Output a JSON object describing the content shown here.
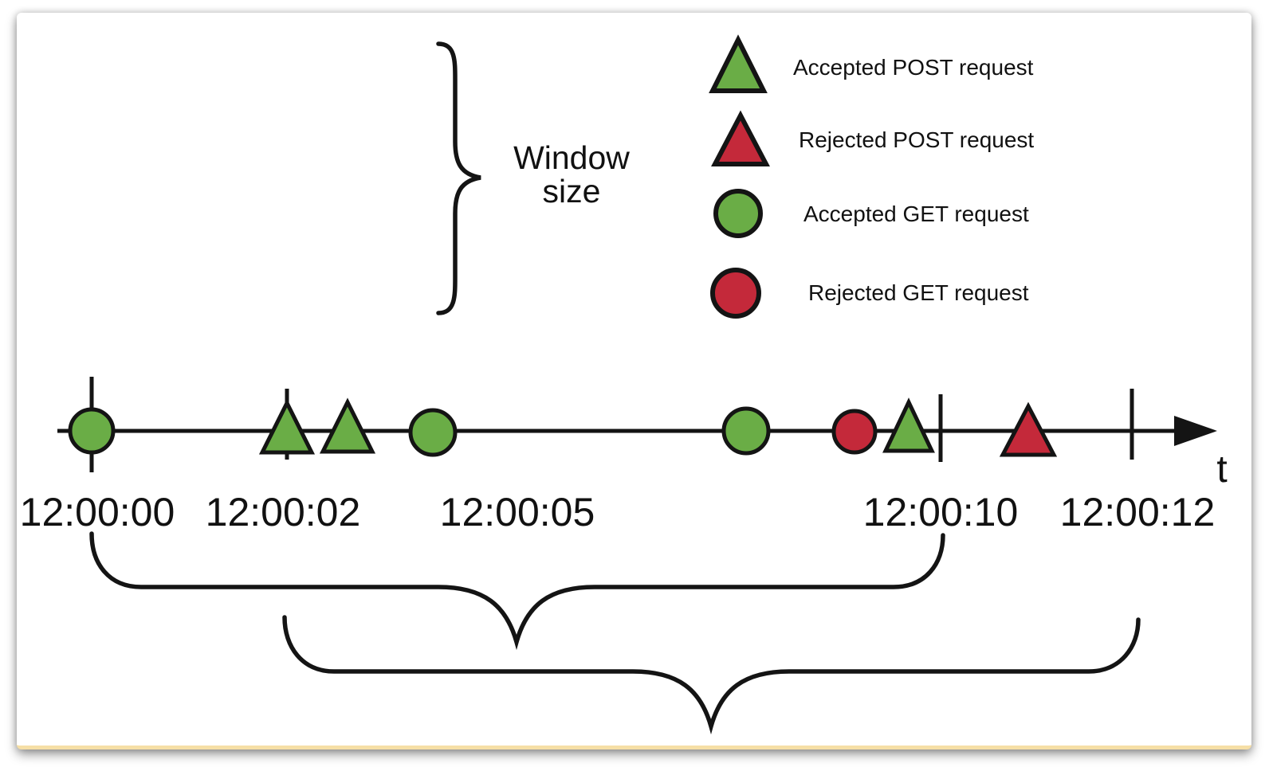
{
  "colors": {
    "accepted_green": "#6aad46",
    "rejected_red": "#c4293a",
    "stroke_black": "#141414",
    "page_bottom_accent": "#f6dfa6"
  },
  "window_size_label": {
    "line1": "Window",
    "line2": "size"
  },
  "legend": {
    "items": [
      {
        "marker": "triangle",
        "status": "accepted",
        "label": "Accepted POST request"
      },
      {
        "marker": "triangle",
        "status": "rejected",
        "label": "Rejected POST request"
      },
      {
        "marker": "circle",
        "status": "accepted",
        "label": "Accepted GET request"
      },
      {
        "marker": "circle",
        "status": "rejected",
        "label": "Rejected GET request"
      }
    ]
  },
  "timeline": {
    "axis_label": "t",
    "tick_labels": [
      "12:00:00",
      "12:00:02",
      "12:00:05",
      "12:00:10",
      "12:00:12"
    ],
    "events": [
      {
        "method": "GET",
        "status": "accepted"
      },
      {
        "method": "POST",
        "status": "accepted"
      },
      {
        "method": "POST",
        "status": "accepted"
      },
      {
        "method": "GET",
        "status": "accepted"
      },
      {
        "method": "GET",
        "status": "accepted"
      },
      {
        "method": "GET",
        "status": "rejected"
      },
      {
        "method": "POST",
        "status": "accepted"
      },
      {
        "method": "POST",
        "status": "rejected"
      }
    ],
    "windows": [
      {
        "from": "12:00:00",
        "to": "12:00:10"
      },
      {
        "from": "12:00:02",
        "to": "12:00:12"
      }
    ]
  }
}
